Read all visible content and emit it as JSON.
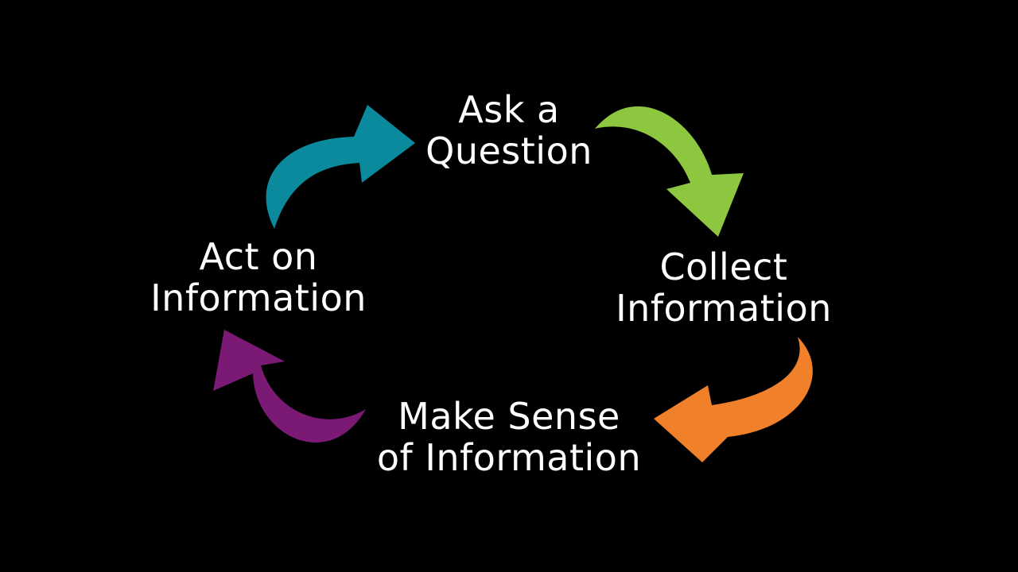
{
  "diagram": {
    "steps": [
      {
        "id": "ask",
        "line1": "Ask a",
        "line2": "Question"
      },
      {
        "id": "collect",
        "line1": "Collect",
        "line2": "Information"
      },
      {
        "id": "sense",
        "line1": "Make Sense",
        "line2": "of Information"
      },
      {
        "id": "act",
        "line1": "Act on",
        "line2": "Information"
      }
    ],
    "arrows": [
      {
        "from": "act",
        "to": "ask",
        "color": "#0a8a9c",
        "icon": "curved-arrow-icon"
      },
      {
        "from": "ask",
        "to": "collect",
        "color": "#8dc63f",
        "icon": "curved-arrow-icon"
      },
      {
        "from": "collect",
        "to": "sense",
        "color": "#f0802a",
        "icon": "curved-arrow-icon"
      },
      {
        "from": "sense",
        "to": "act",
        "color": "#7a1a75",
        "icon": "curved-arrow-icon"
      }
    ],
    "background": "#000000",
    "text_color": "#ffffff"
  }
}
